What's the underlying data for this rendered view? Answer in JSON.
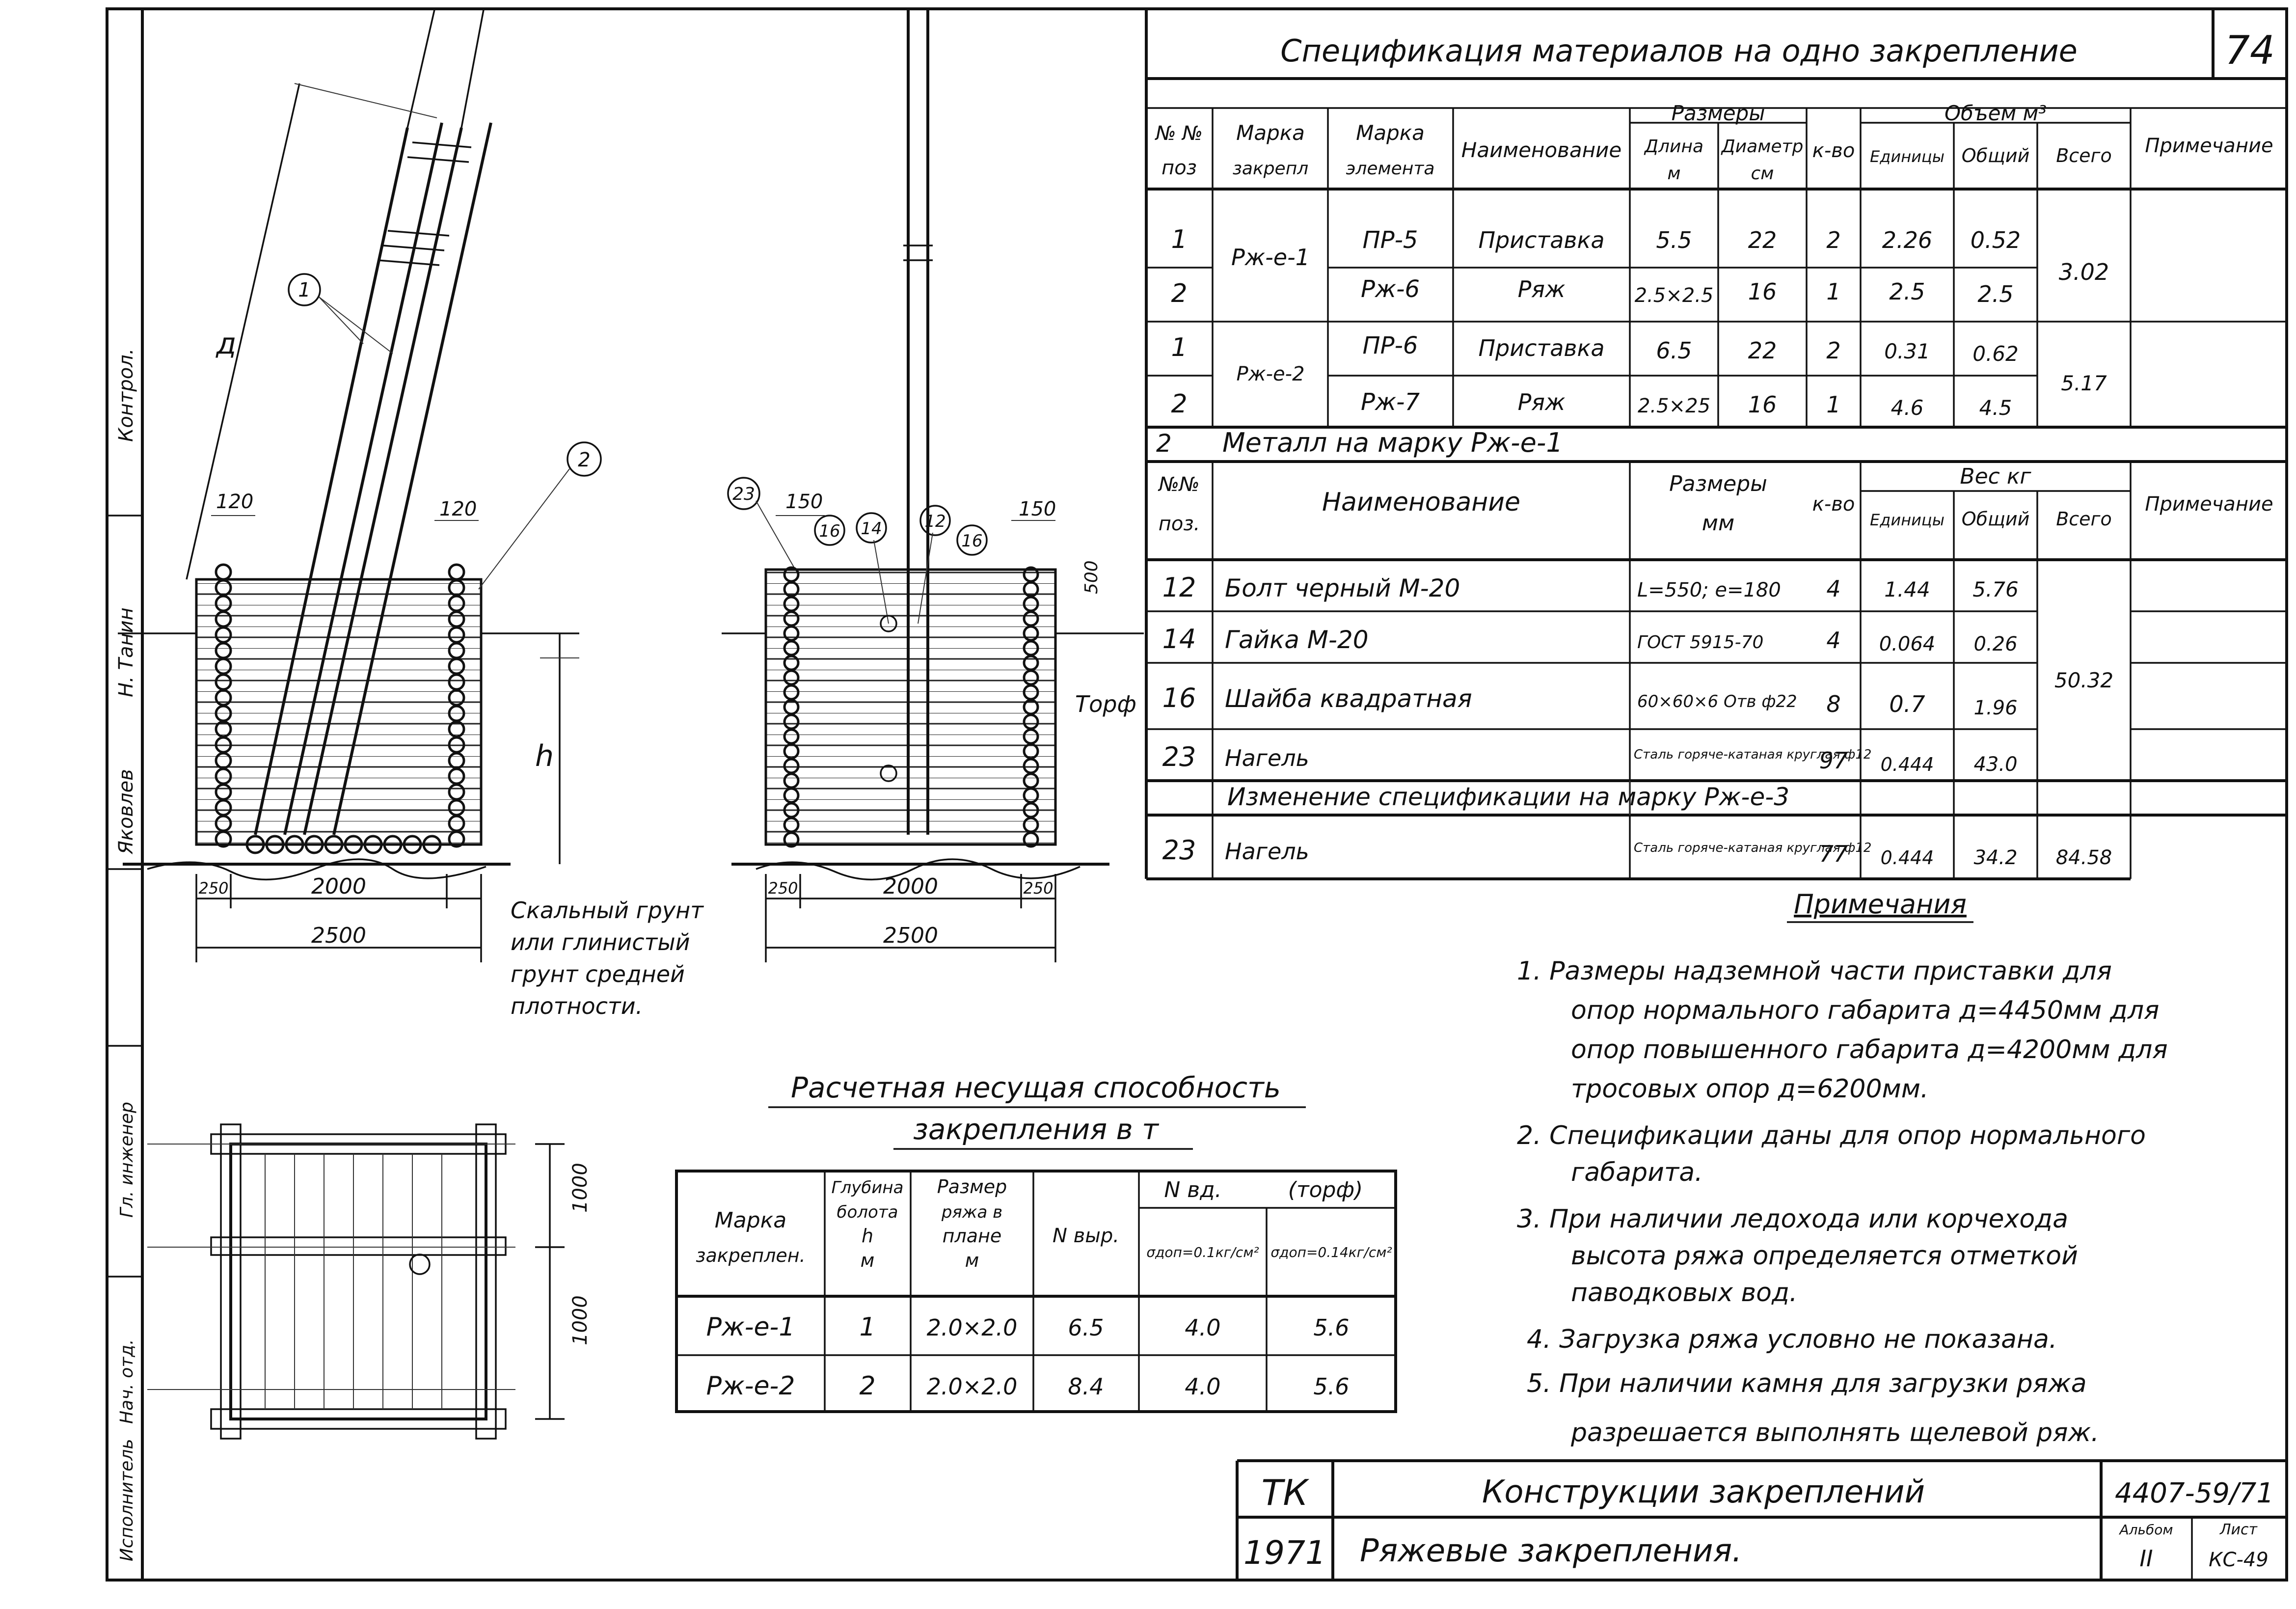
{
  "sheet_number": "74",
  "spec": {
    "title": "Спецификация материалов на одно закрепление",
    "headers": {
      "pos": "№ № поз",
      "mark": "Марка закрепл",
      "element": "Марка элемента",
      "name": "Наименование",
      "sizes": "Размеры",
      "length": "Длина м",
      "diameter": "Диаметр см",
      "qty": "к-во",
      "volume": "Объем м³",
      "unit": "Единицы",
      "total": "Общий",
      "all": "Всего",
      "note": "Примечание"
    },
    "rows": [
      {
        "pos": "1",
        "mark": "Рж-е-1",
        "element": "ПР-5",
        "name": "Приставка",
        "length": "5.5",
        "diameter": "22",
        "qty": "2",
        "unit": "2.26",
        "total": "0.52",
        "all": "3.02"
      },
      {
        "pos": "2",
        "mark": "",
        "element": "Рж-6",
        "name": "Ряж",
        "length": "2.5×2.5",
        "diameter": "16",
        "qty": "1",
        "unit": "2.5",
        "total": "2.5",
        "all": ""
      },
      {
        "pos": "1",
        "mark": "Рж-е-2",
        "element": "ПР-6",
        "name": "Приставка",
        "length": "6.5",
        "diameter": "22",
        "qty": "2",
        "unit": "0.31",
        "total": "0.62",
        "all": "5.17"
      },
      {
        "pos": "2",
        "mark": "",
        "element": "Рж-7",
        "name": "Ряж",
        "length": "2.5×25",
        "diameter": "16",
        "qty": "1",
        "unit": "4.6",
        "total": "4.5",
        "all": ""
      }
    ]
  },
  "metal": {
    "title_num": "2",
    "title": "Металл на марку Рж-е-1",
    "headers": {
      "pos": "№№ поз.",
      "name": "Наименование",
      "sizes": "Размеры мм",
      "qty": "к-во",
      "weight": "Вес кг",
      "unit": "Единицы",
      "total": "Общий",
      "all": "Всего",
      "note": "Примечание"
    },
    "rows": [
      {
        "pos": "12",
        "name": "Болт черный М-20",
        "sizes": "L=550; е=180",
        "qty": "4",
        "unit": "1.44",
        "total": "5.76"
      },
      {
        "pos": "14",
        "name": "Гайка М-20",
        "sizes": "ГОСТ 5915-70",
        "qty": "4",
        "unit": "0.064",
        "total": "0.26"
      },
      {
        "pos": "16",
        "name": "Шайба квадратная",
        "sizes": "60×60×6 Отв ф22",
        "qty": "8",
        "unit": "0.7",
        "total": "1.96"
      },
      {
        "pos": "23",
        "name": "Нагель",
        "sizes": "Сталь горяче-катаная круглая ф12",
        "qty": "97",
        "unit": "0.444",
        "total": "43.0"
      }
    ],
    "all_total": "50.32",
    "change_title": "Изменение спецификации на марку Рж-е-3",
    "change_row": {
      "pos": "23",
      "name": "Нагель",
      "sizes": "Сталь горяче-катаная круглая ф12",
      "qty": "77",
      "unit": "0.444",
      "total": "34.2",
      "all": "84.58"
    }
  },
  "notes": {
    "title": "Примечания",
    "items": [
      "1. Размеры надземной части приставки для",
      "опор нормального габарита д=4450мм для",
      "опор повышенного габарита д=4200мм для",
      "тросовых опор д=6200мм.",
      "2. Спецификации даны для опор нормального",
      "габарита.",
      "3. При наличии ледохода или корчехода",
      "высота ряжа определяется отметкой",
      "паводковых вод.",
      "4. Загрузка ряжа условно не показана.",
      "5. При наличии камня для загрузки ряжа",
      "разрешается выполнять щелевой ряж."
    ]
  },
  "capacity": {
    "title1": "Расчетная несущая способность",
    "title2": "закрепления в т",
    "headers": {
      "mark": "Марка закреплен.",
      "depth": "Глубина болота h м",
      "size": "Размер ряжа в плане м",
      "n": "N выр.",
      "nvd": "N вд.",
      "peat": "(торф)",
      "s1": "σдоп=0.1кг/см²",
      "s2": "σдоп=0.14кг/см²"
    },
    "rows": [
      {
        "mark": "Рж-е-1",
        "depth": "1",
        "size": "2.0×2.0",
        "n": "6.5",
        "v1": "4.0",
        "v2": "5.6"
      },
      {
        "mark": "Рж-е-2",
        "depth": "2",
        "size": "2.0×2.0",
        "n": "8.4",
        "v1": "4.0",
        "v2": "5.6"
      }
    ]
  },
  "drawing_labels": {
    "d": "д",
    "h": "h",
    "dim120a": "120",
    "dim120b": "120",
    "dim150a": "150",
    "dim150b": "150",
    "dim500": "500",
    "dim250": "250",
    "dim2000": "2000",
    "dim2500": "2500",
    "dim1000": "1000",
    "peat": "Торф",
    "callouts": [
      "1",
      "2",
      "23",
      "16",
      "14",
      "12",
      "16"
    ],
    "soil1": "Скальный грунт",
    "soil2": "или глинистый",
    "soil3": "грунт средней",
    "soil4": "плотности."
  },
  "title_block": {
    "org": "ТК",
    "year": "1971",
    "title": "Конструкции закреплений",
    "subtitle": "Ряжевые закрепления.",
    "code": "4407-59/71",
    "album_label": "Альбом",
    "album": "II",
    "sheet_label": "Лист",
    "sheet": "КС-49"
  },
  "side_stamp": {
    "a": "Контрол.",
    "b": "Н. Танин",
    "c": "Яковлев",
    "d": "Гл. инженер",
    "e": "Нач. отд.",
    "f": "Исполнитель"
  }
}
